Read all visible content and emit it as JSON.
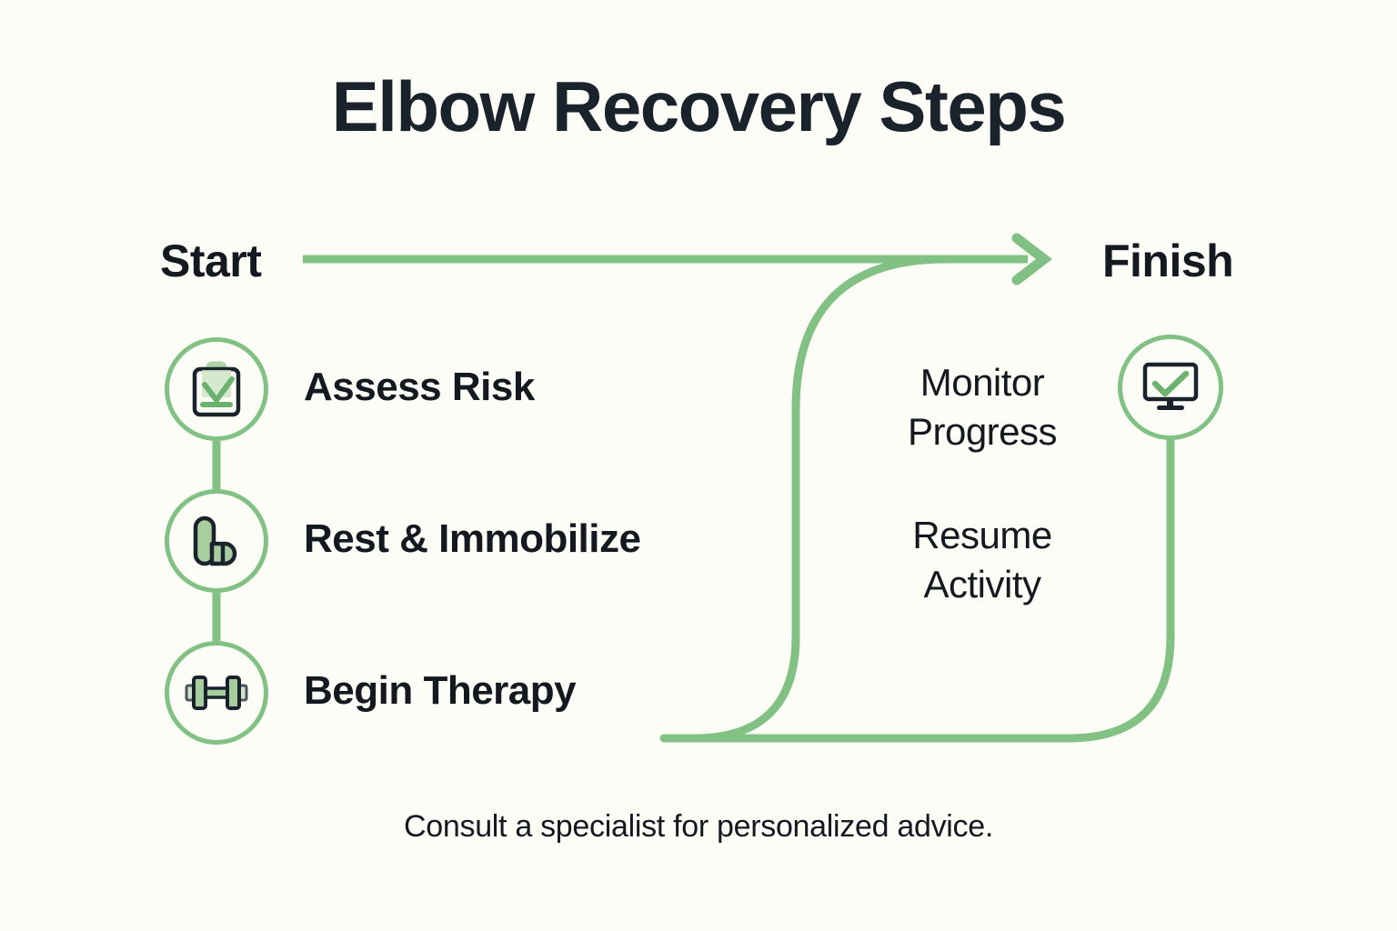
{
  "title": "Elbow Recovery Steps",
  "background_color": "#FDFDF7",
  "accent_color": "#81C183",
  "text_color": "#14191F",
  "endpoints": {
    "start": "Start",
    "finish": "Finish"
  },
  "steps": [
    {
      "label": "Assess Risk",
      "icon": "clipboard-check-icon"
    },
    {
      "label": "Rest & Immobilize",
      "icon": "resting-hand-icon"
    },
    {
      "label": "Begin Therapy",
      "icon": "dumbbell-icon"
    }
  ],
  "right_stages": [
    {
      "line1": "Monitor",
      "line2": "Progress"
    },
    {
      "line1": "Resume",
      "line2": "Activity"
    }
  ],
  "finish_node": {
    "icon": "monitor-check-icon"
  },
  "caption": "Consult a specialist for personalized advice.",
  "flow": {
    "arrow_icon": "arrow-right-icon",
    "direction": "left-to-right"
  }
}
